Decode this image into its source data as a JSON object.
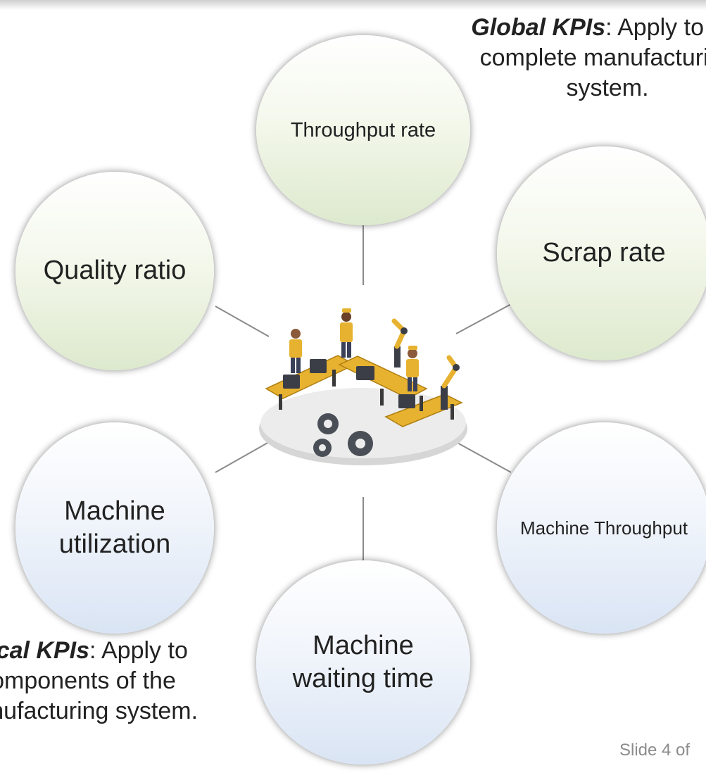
{
  "nodes": {
    "throughput_rate": "Throughput rate",
    "scrap_rate": "Scrap rate",
    "quality_ratio": "Quality ratio",
    "machine_utilization": "Machine utilization",
    "machine_throughput": "Machine Throughput",
    "machine_waiting_time": "Machine waiting time"
  },
  "captions": {
    "global_term": "Global KPIs",
    "global_text": ": Apply to the complete manufacturing system.",
    "local_term": "Local KPIs",
    "local_text": ": Apply to components of the manufacturing system."
  },
  "footer": {
    "slide_number": "Slide 4 of"
  },
  "colors": {
    "global_fill": "#dde9cd",
    "local_fill": "#d9e4f4",
    "connector": "#8a8a8a"
  },
  "central_illustration": "factory-assembly-line-illustration"
}
